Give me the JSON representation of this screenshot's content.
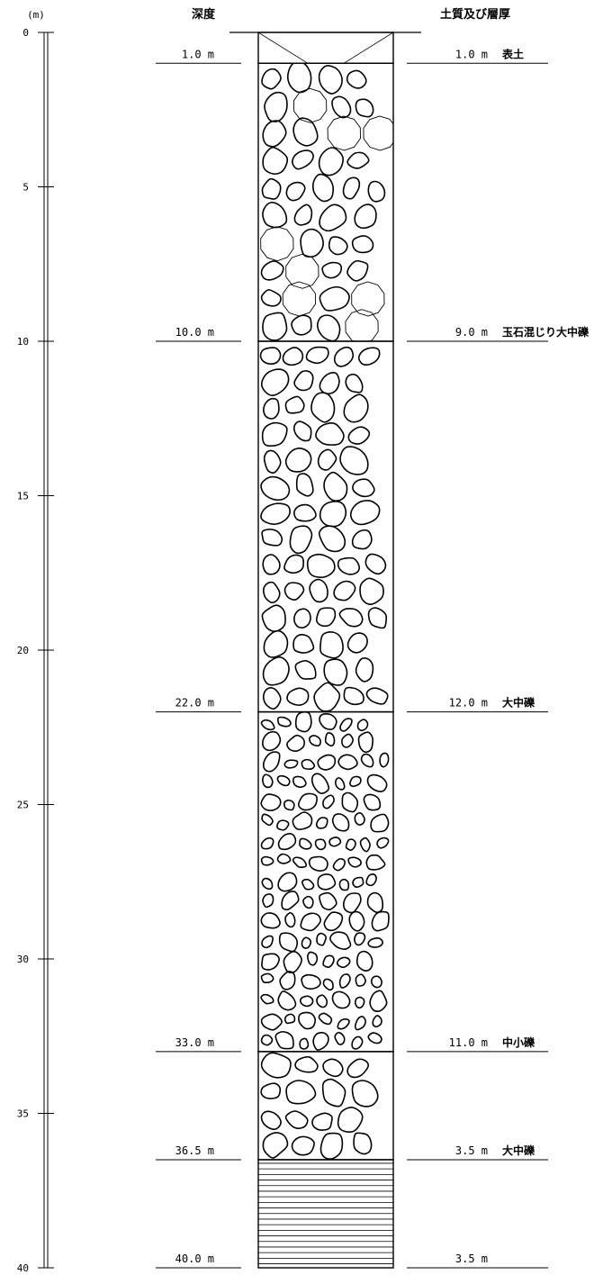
{
  "header": {
    "unit": "(m)",
    "depth_title": "深度",
    "soil_title": "土質及び層厚"
  },
  "scale": {
    "ticks": [
      "0",
      "5",
      "10",
      "15",
      "20",
      "25",
      "30",
      "35",
      "40"
    ],
    "max_depth_m": 40
  },
  "layers": [
    {
      "top_m": 0,
      "bottom_m": 1.0,
      "depth_label": "1.0 m",
      "thickness_label": "1.0 m",
      "soil": "表土",
      "pattern": "topsoil"
    },
    {
      "top_m": 1.0,
      "bottom_m": 10.0,
      "depth_label": "10.0 m",
      "thickness_label": "9.0 m",
      "soil": "玉石混じり大中礫",
      "pattern": "boulders"
    },
    {
      "top_m": 10.0,
      "bottom_m": 22.0,
      "depth_label": "22.0 m",
      "thickness_label": "12.0 m",
      "soil": "大中礫",
      "pattern": "large-gravel"
    },
    {
      "top_m": 22.0,
      "bottom_m": 33.0,
      "depth_label": "33.0 m",
      "thickness_label": "11.0 m",
      "soil": "中小礫",
      "pattern": "small-gravel"
    },
    {
      "top_m": 33.0,
      "bottom_m": 36.5,
      "depth_label": "36.5 m",
      "thickness_label": "3.5 m",
      "soil": "大中礫",
      "pattern": "large-gravel"
    },
    {
      "top_m": 36.5,
      "bottom_m": 40.0,
      "depth_label": "40.0 m",
      "thickness_label": "3.5 m",
      "soil": "",
      "pattern": "horizontal-lines"
    }
  ]
}
